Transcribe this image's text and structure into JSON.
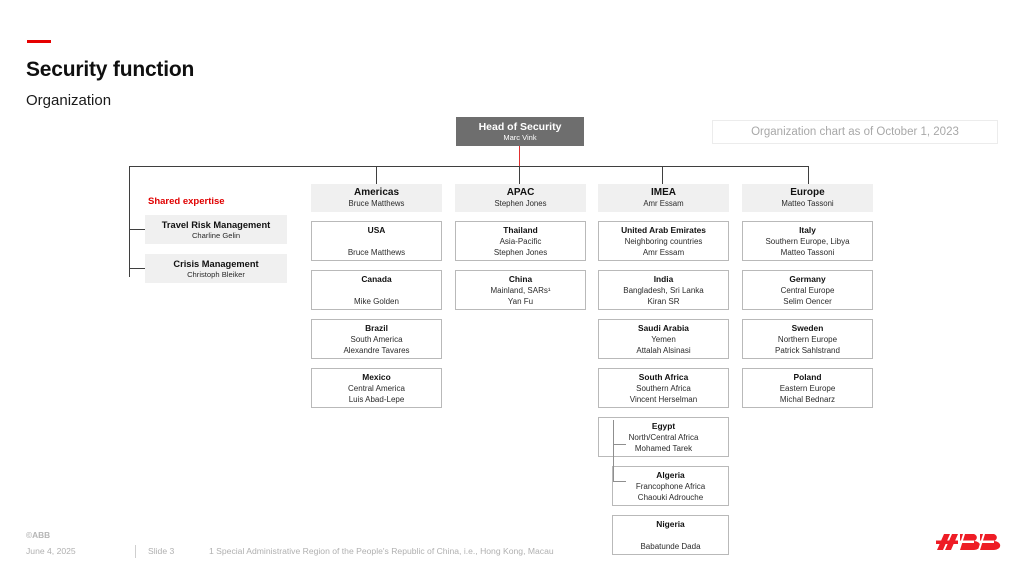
{
  "header": {
    "title": "Security function",
    "subtitle": "Organization",
    "accent_color": "#e60000"
  },
  "date_banner": {
    "text": "Organization chart as of October 1, 2023"
  },
  "root": {
    "role": "Head of Security",
    "person": "Marc Vink"
  },
  "shared_expertise": {
    "label": "Shared expertise",
    "label_color": "#e00000",
    "items": [
      {
        "name": "Travel Risk Management",
        "person": "Charline Gelin"
      },
      {
        "name": "Crisis Management",
        "person": "Christoph Bleiker"
      }
    ]
  },
  "regions": [
    {
      "name": "Americas",
      "person": "Bruce Matthews",
      "units": [
        {
          "name": "USA",
          "sub": "",
          "person": "Bruce Matthews",
          "indent": false
        },
        {
          "name": "Canada",
          "sub": "",
          "person": "Mike Golden",
          "indent": false
        },
        {
          "name": "Brazil",
          "sub": "South America",
          "person": "Alexandre Tavares",
          "indent": false
        },
        {
          "name": "Mexico",
          "sub": "Central America",
          "person": "Luis Abad-Lepe",
          "indent": false
        }
      ]
    },
    {
      "name": "APAC",
      "person": "Stephen Jones",
      "units": [
        {
          "name": "Thailand",
          "sub": "Asia-Pacific",
          "person": "Stephen Jones",
          "indent": false
        },
        {
          "name": "China",
          "sub": "Mainland, SARs¹",
          "person": "Yan Fu",
          "indent": false
        }
      ]
    },
    {
      "name": "IMEA",
      "person": "Amr Essam",
      "units": [
        {
          "name": "United Arab Emirates",
          "sub": "Neighboring countries",
          "person": "Amr Essam",
          "indent": false
        },
        {
          "name": "India",
          "sub": "Bangladesh, Sri Lanka",
          "person": "Kiran SR",
          "indent": false
        },
        {
          "name": "Saudi Arabia",
          "sub": "Yemen",
          "person": "Attalah Alsinasi",
          "indent": false
        },
        {
          "name": "South Africa",
          "sub": "Southern Africa",
          "person": "Vincent Herselman",
          "indent": false
        },
        {
          "name": "Egypt",
          "sub": "North/Central Africa",
          "person": "Mohamed Tarek",
          "indent": false
        },
        {
          "name": "Algeria",
          "sub": "Francophone Africa",
          "person": "Chaouki Adrouche",
          "indent": true
        },
        {
          "name": "Nigeria",
          "sub": "",
          "person": "Babatunde Dada",
          "indent": true
        }
      ]
    },
    {
      "name": "Europe",
      "person": "Matteo Tassoni",
      "units": [
        {
          "name": "Italy",
          "sub": "Southern Europe, Libya",
          "person": "Matteo Tassoni",
          "indent": false
        },
        {
          "name": "Germany",
          "sub": "Central Europe",
          "person": "Selim Oencer",
          "indent": false
        },
        {
          "name": "Sweden",
          "sub": "Northern Europe",
          "person": "Patrick Sahlstrand",
          "indent": false
        },
        {
          "name": "Poland",
          "sub": "Eastern Europe",
          "person": "Michal Bednarz",
          "indent": false
        }
      ]
    }
  ],
  "footer": {
    "copyright": "©ABB",
    "date": "June 4, 2025",
    "slide": "Slide 3",
    "footnote": "1 Special Administrative Region of the People's Republic of China, i.e., Hong Kong, Macau",
    "logo_text": "ABB",
    "logo_color": "#ee1c25"
  }
}
